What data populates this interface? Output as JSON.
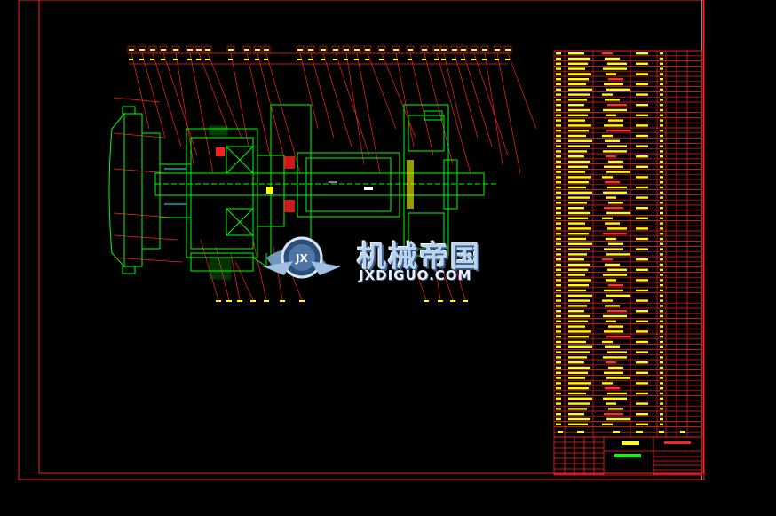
{
  "watermark": {
    "chinese": "机械帝国",
    "url": "JXDIGUO.COM",
    "badge": "JX"
  },
  "colors": {
    "background": "#000000",
    "frame": "#ff2020",
    "part": "#00ff00",
    "table": "#ff2020",
    "text": "#ffff00"
  }
}
